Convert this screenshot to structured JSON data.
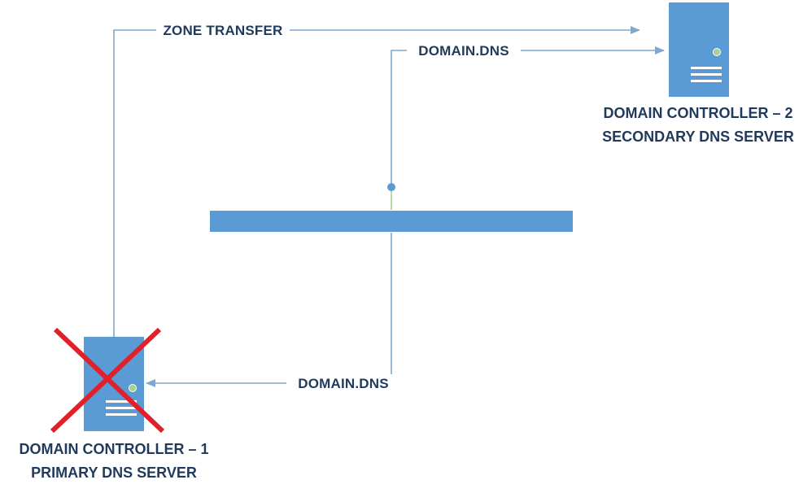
{
  "colors": {
    "server_fill": "#5b9bd5",
    "line": "#7fa7cf",
    "text": "#1f3a5c",
    "led": "#a9d18e",
    "cross": "#e0202a",
    "background": "#ffffff"
  },
  "nodes": {
    "dc1": {
      "icon": "server-icon",
      "line1": "DOMAIN CONTROLLER – 1",
      "line2": "PRIMARY DNS SERVER",
      "status": "failed",
      "status_icon": "red-x-icon"
    },
    "dc2": {
      "icon": "server-icon",
      "line1": "DOMAIN CONTROLLER – 2",
      "line2": "SECONDARY DNS SERVER"
    },
    "network": {
      "icon": "network-bus"
    }
  },
  "edges": {
    "zone_transfer": {
      "label": "ZONE TRANSFER",
      "from": "dc1",
      "to": "dc2"
    },
    "to_dc2": {
      "label": "DOMAIN.DNS",
      "from": "network",
      "to": "dc2"
    },
    "to_dc1": {
      "label": "DOMAIN.DNS",
      "from": "network",
      "to": "dc1"
    }
  }
}
